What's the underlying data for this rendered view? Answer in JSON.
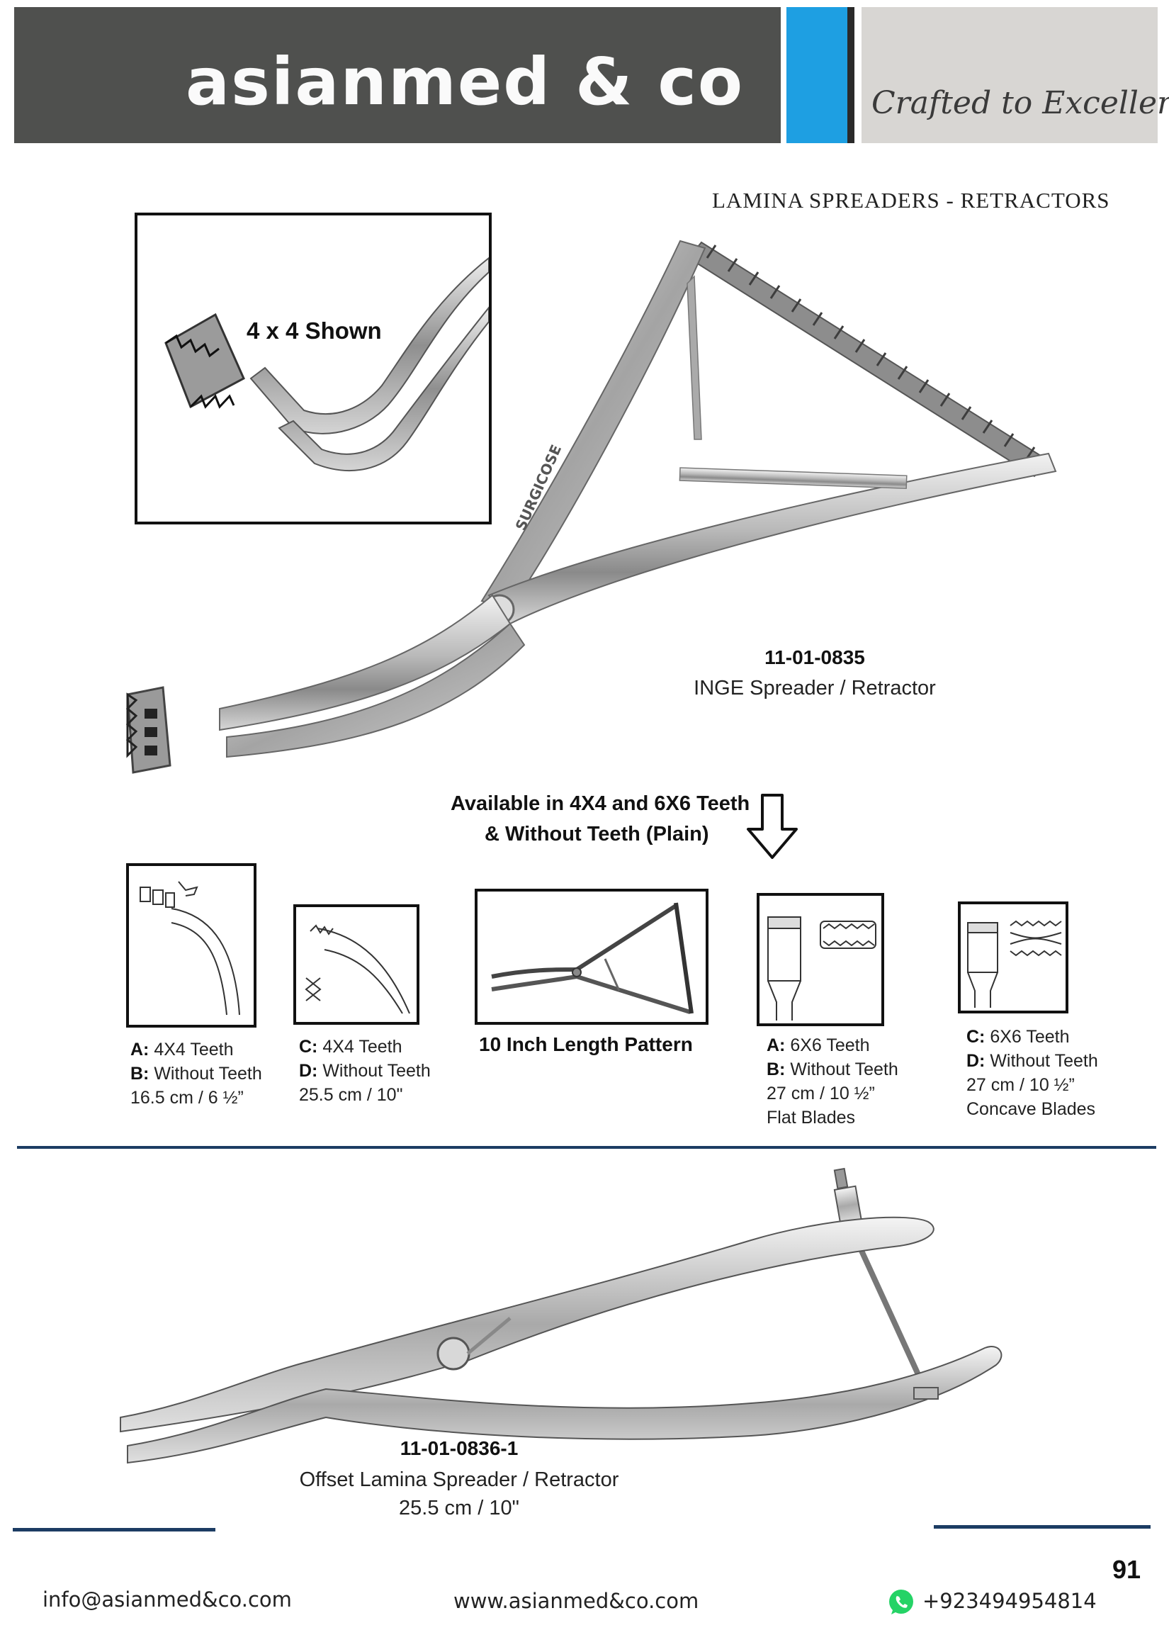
{
  "header": {
    "brand": "asianmed & co",
    "tagline": "Crafted to Excellence",
    "colors": {
      "dark": "#4f504e",
      "blue": "#1e9fe2",
      "grey": "#d8d6d3"
    }
  },
  "section_title": "LAMINA SPREADERS - RETRACTORS",
  "inset": {
    "label": "4 x 4 Shown"
  },
  "product_inge": {
    "code": "11-01-0835",
    "name": "INGE Spreader / Retractor",
    "engraving": "SURGICOSE"
  },
  "availability": {
    "line1": "Available in 4X4 and 6X6 Teeth",
    "line2": "& Without Teeth (Plain)",
    "icon": "down-arrow-icon"
  },
  "variants": [
    {
      "k1": "A:",
      "v1": " 4X4 Teeth",
      "k2": "B:",
      "v2": " Without Teeth",
      "size": "16.5 cm / 6 ½”"
    },
    {
      "k1": "C:",
      "v1": " 4X4 Teeth",
      "k2": "D:",
      "v2": " Without Teeth",
      "size": "25.5 cm / 10\""
    },
    {
      "label": "10 Inch Length Pattern"
    },
    {
      "k1": "A:",
      "v1": " 6X6 Teeth",
      "k2": "B:",
      "v2": " Without Teeth",
      "size": "27 cm / 10 ½”",
      "note": "Flat Blades"
    },
    {
      "k1": "C:",
      "v1": " 6X6 Teeth",
      "k2": "D:",
      "v2": " Without Teeth",
      "size": "27 cm / 10 ½”",
      "note": "Concave Blades"
    }
  ],
  "product_offset": {
    "code": "11-01-0836-1",
    "name": "Offset Lamina Spreader / Retractor",
    "size": "25.5 cm / 10\""
  },
  "page_number": "91",
  "footer": {
    "email": "info@asianmed&co.com",
    "website": "www.asianmed&co.com",
    "phone": "+923494954814",
    "phone_icon": "whatsapp-icon"
  }
}
